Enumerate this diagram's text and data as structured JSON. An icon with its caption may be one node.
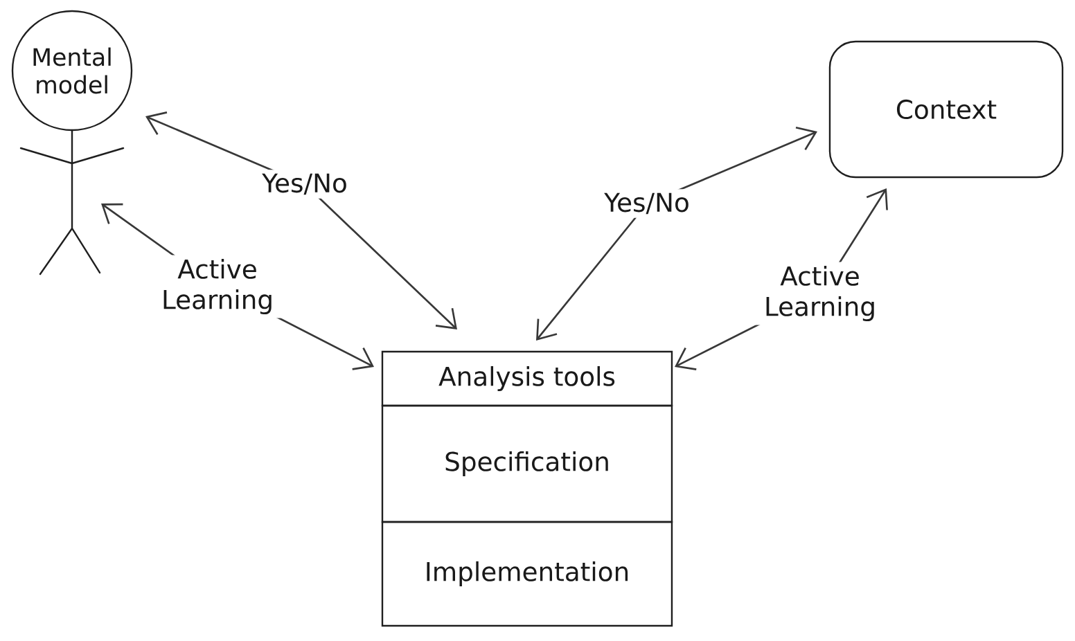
{
  "diagram": {
    "nodes": [
      {
        "text": [
          "Mental model"
        ]
      },
      {
        "text": [
          "Context"
        ]
      },
      {
        "text": [
          "Analysis tools"
        ]
      },
      {
        "text": [
          "Specification"
        ]
      },
      {
        "text": [
          "Implementation"
        ]
      }
    ],
    "edges": [
      {
        "from": 0,
        "to": 2,
        "arrow": "both",
        "label": "Yes/No"
      },
      {
        "from": 1,
        "to": 2,
        "arrow": "both",
        "label": "Yes/No"
      },
      {
        "from": 0,
        "to": 2,
        "arrow": "both",
        "label": "Active Learning"
      },
      {
        "from": 1,
        "to": 2,
        "arrow": "both",
        "label": "Active Learning"
      }
    ]
  }
}
